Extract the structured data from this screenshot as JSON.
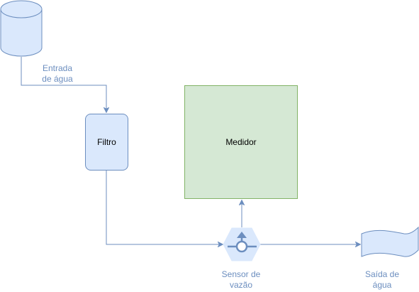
{
  "colors": {
    "blue_fill": "#dae8fc",
    "blue_stroke": "#6c8ebf",
    "green_fill": "#d5e8d4",
    "green_stroke": "#82b366",
    "label_text": "#6c8ebf",
    "box_text": "#000000"
  },
  "nodes": {
    "entrada": {
      "icon": "database-cylinder-icon",
      "label_line1": "Entrada",
      "label_line2": "de água"
    },
    "filtro": {
      "label": "Filtro"
    },
    "medidor": {
      "label": "Medidor"
    },
    "sensor": {
      "icon": "flow-sensor-hexagon-icon",
      "label_line1": "Sensor de",
      "label_line2": "vazão"
    },
    "saida": {
      "icon": "water-wave-tape-icon",
      "label_line1": "Saída de",
      "label_line2": "água"
    }
  },
  "edges": [
    {
      "from": "entrada",
      "to": "filtro"
    },
    {
      "from": "filtro",
      "to": "sensor"
    },
    {
      "from": "sensor",
      "to": "medidor"
    },
    {
      "from": "sensor",
      "to": "saida"
    }
  ]
}
